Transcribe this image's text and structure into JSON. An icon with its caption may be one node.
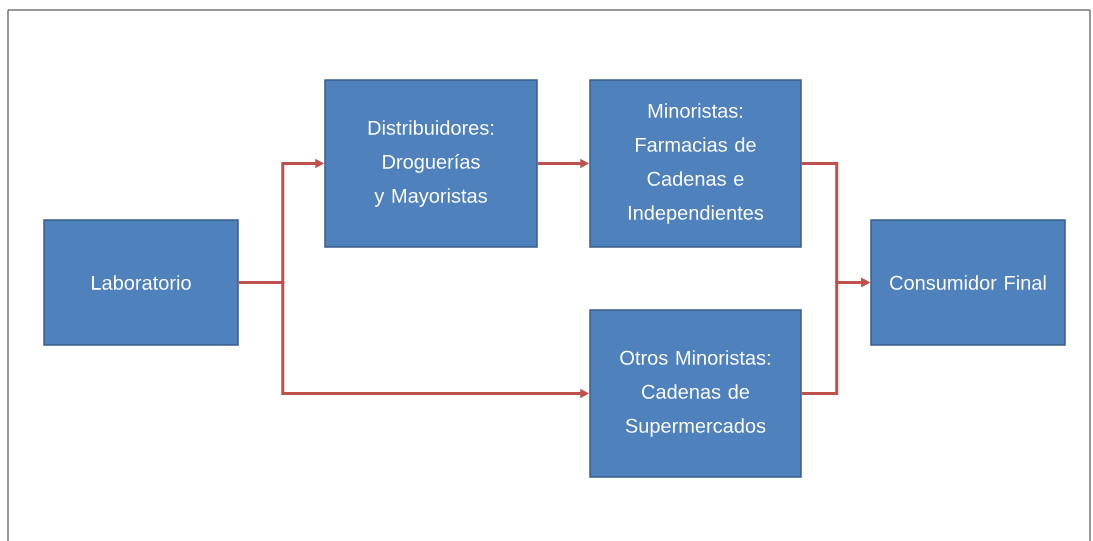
{
  "diagram": {
    "nodes": [
      {
        "text": [
          "Laboratorio"
        ]
      },
      {
        "text": [
          "Distribuidores: Droguerías y Mayoristas"
        ]
      },
      {
        "text": [
          "Minoristas: Farmacias de Cadenas e Independientes"
        ]
      },
      {
        "text": [
          "Otros Minoristas: Cadenas de Supermercados"
        ]
      },
      {
        "text": [
          "Consumidor Final"
        ]
      }
    ],
    "edges": [
      {
        "from": 0,
        "to": 1,
        "arrow": "to"
      },
      {
        "from": 0,
        "to": 3,
        "arrow": "to"
      },
      {
        "from": 1,
        "to": 2,
        "arrow": "to"
      },
      {
        "from": 2,
        "to": 4,
        "arrow": "to"
      },
      {
        "from": 3,
        "to": 4,
        "arrow": "to"
      }
    ]
  }
}
